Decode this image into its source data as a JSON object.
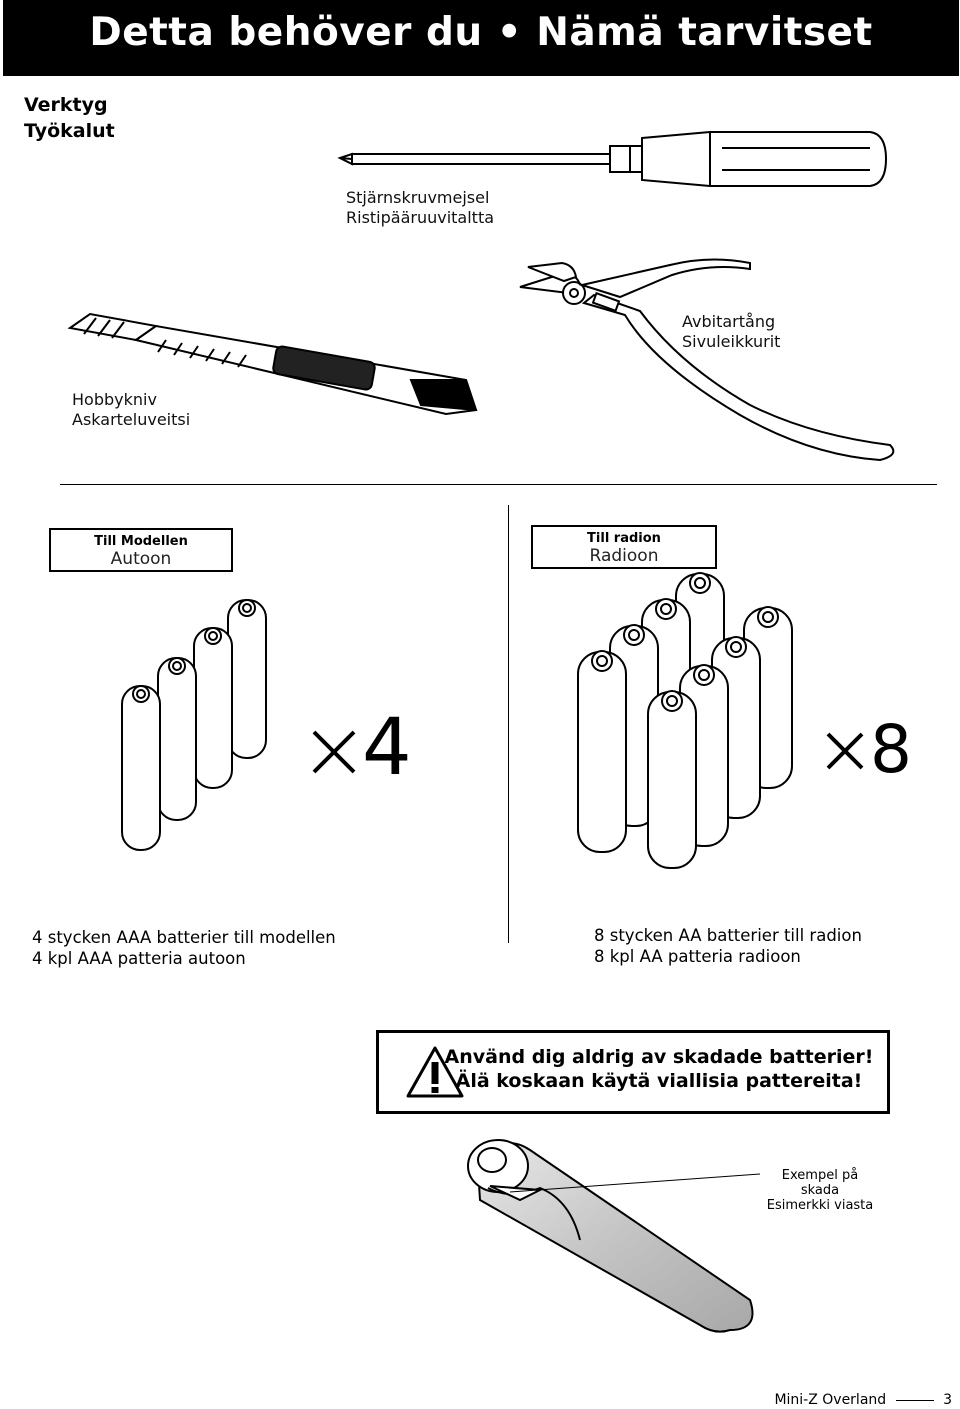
{
  "header": {
    "title": "Detta behöver du • Nämä tarvitset"
  },
  "tools": {
    "heading_line1": "Verktyg",
    "heading_line2": "Työkalut",
    "screwdriver": {
      "label_sv": "Stjärnskruvmejsel",
      "label_fi": "Ristipääruuvitaltta"
    },
    "cutters": {
      "label_sv": "Avbitartång",
      "label_fi": "Sivuleikkurit"
    },
    "knife": {
      "label_sv": "Hobbykniv",
      "label_fi": "Askarteluveitsi"
    }
  },
  "batteries": {
    "model": {
      "label_sv": "Till Modellen",
      "label_fi": "Autoon",
      "quantity": "×4",
      "desc_sv": "4 stycken AAA batterier till modellen",
      "desc_fi": "4 kpl AAA patteria autoon"
    },
    "radio": {
      "label_sv": "Till radion",
      "label_fi": "Radioon",
      "quantity": "×8",
      "desc_sv": "8 stycken AA batterier till radion",
      "desc_fi": "8 kpl AA patteria radioon"
    }
  },
  "warning": {
    "icon": "warning-triangle-icon",
    "line1": "Använd dig aldrig av skadade batterier!",
    "line2": "Älä koskaan käytä viallisia pattereita!"
  },
  "example": {
    "line1": "Exempel på",
    "line2": "skada",
    "line3": "Esimerkki viasta"
  },
  "footer": {
    "text": "Mini-Z Overland",
    "page": "3"
  }
}
